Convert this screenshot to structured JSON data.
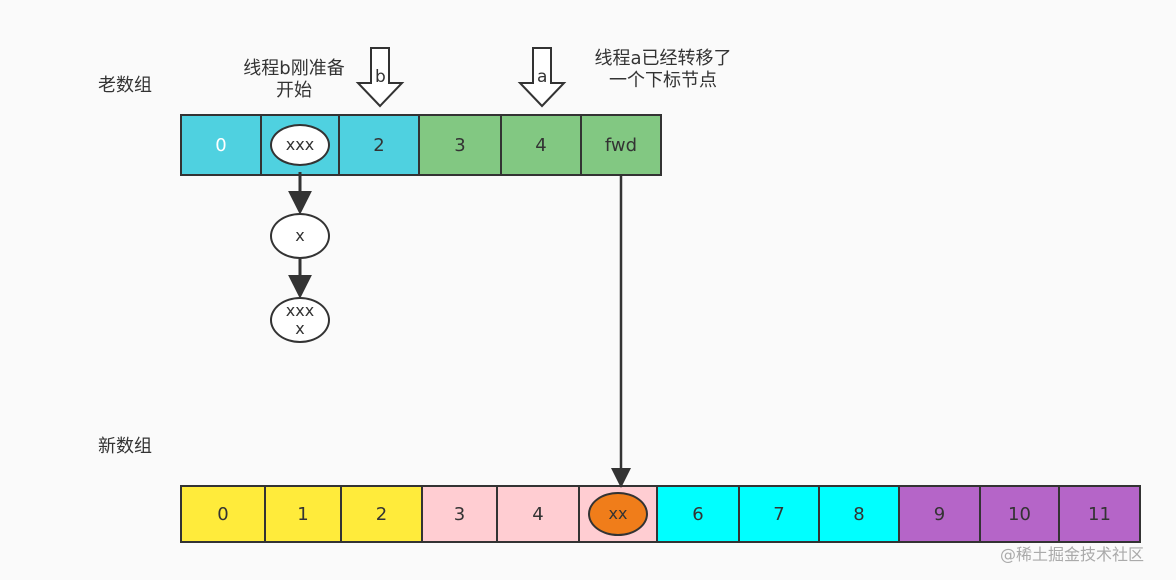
{
  "labels": {
    "old_array": "老数组",
    "new_array": "新数组"
  },
  "annotations": {
    "thread_b": "线程b刚准备\n开始",
    "thread_a": "线程a已经转移了\n一个下标节点",
    "pointer_b": "b",
    "pointer_a": "a"
  },
  "old_array": {
    "cells": [
      "0",
      "",
      "2",
      "3",
      "4",
      "fwd"
    ],
    "colors": [
      "#4fd1e0",
      "#4fd1e0",
      "#4fd1e0",
      "#82c882",
      "#82c882",
      "#82c882"
    ],
    "slot1_node": "xxx"
  },
  "chain": [
    "x",
    "xxx\nx"
  ],
  "new_array": {
    "cells": [
      "0",
      "1",
      "2",
      "3",
      "4",
      "",
      "6",
      "7",
      "8",
      "9",
      "10",
      "11"
    ],
    "colors": [
      "#ffeb3b",
      "#ffeb3b",
      "#ffeb3b",
      "#ffcdd2",
      "#ffcdd2",
      "#ffcdd2",
      "#00ffff",
      "#00ffff",
      "#00ffff",
      "#b565c8",
      "#b565c8",
      "#b565c8"
    ],
    "slot5_node": "xx",
    "slot5_node_color": "#f07d1a"
  },
  "watermark": "@稀土掘金技术社区"
}
